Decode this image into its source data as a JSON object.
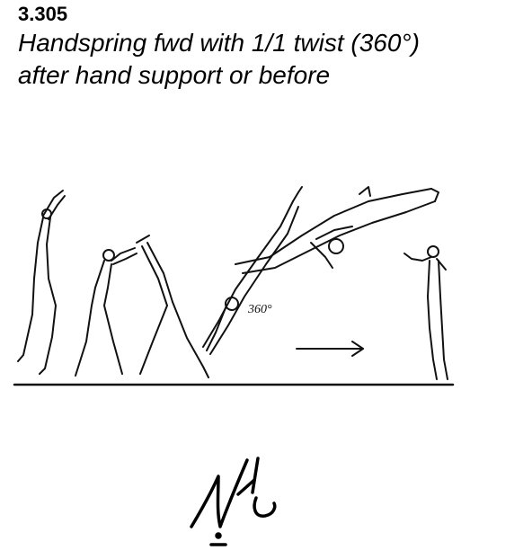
{
  "element": {
    "number": "3.305",
    "title_line1": "Handspring fwd with 1/1 twist (360°)",
    "title_line2": "after hand support or before"
  },
  "illustration": {
    "twist_label": "360°",
    "line_color": "#111111"
  },
  "symbol": {
    "text": "Vt"
  }
}
